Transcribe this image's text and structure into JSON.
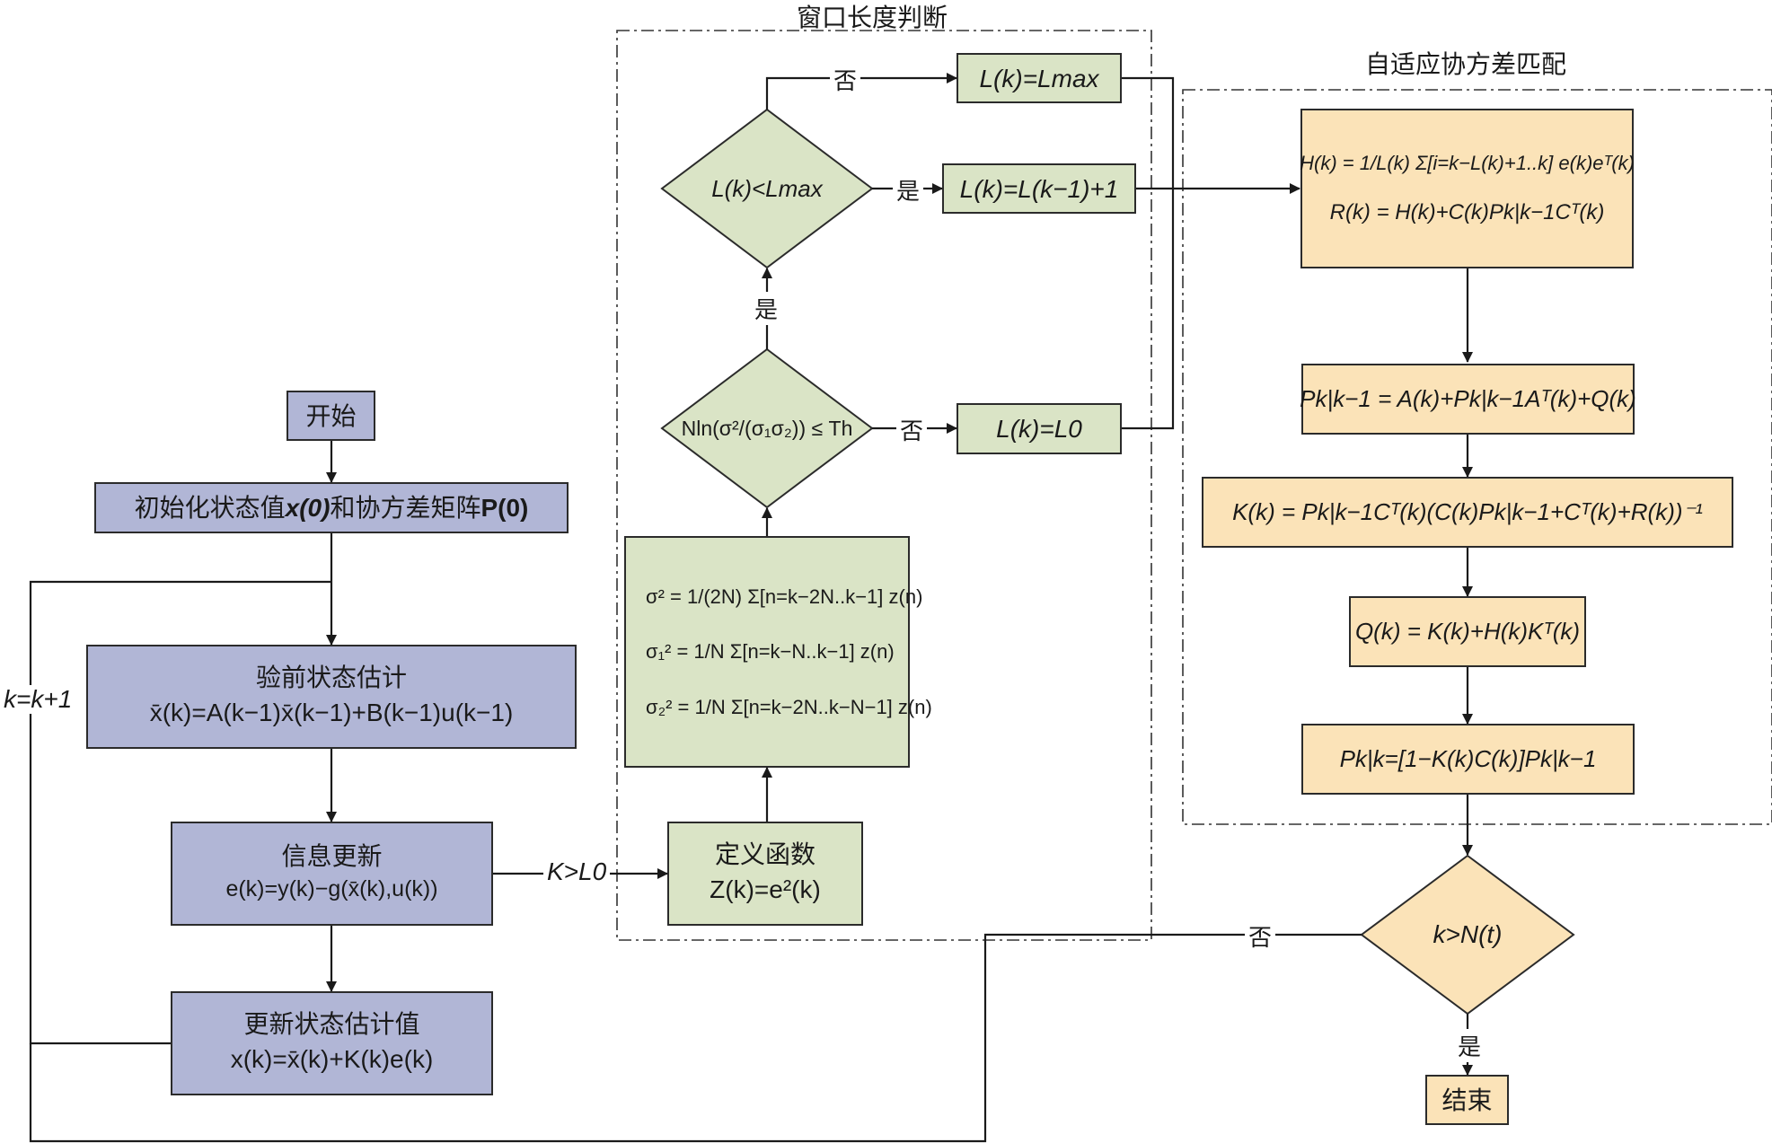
{
  "regions": {
    "window_length": {
      "title": "窗口长度判断"
    },
    "adaptive_cov": {
      "title": "自适应协方差匹配"
    }
  },
  "nodes": {
    "start": "开始",
    "init": {
      "text": "初始化状态值",
      "x0": "x(0)",
      "mid": "和协方差矩阵",
      "p0": "P(0)"
    },
    "prior_estimate": {
      "title": "验前状态估计",
      "formula": "x̄(k)=A(k−1)x̄(k−1)+B(k−1)u(k−1)"
    },
    "innovation_update": {
      "title": "信息更新",
      "formula": "e(k)=y(k)−g(x̄(k),u(k))"
    },
    "update_estimate": {
      "title": "更新状态估计值",
      "formula": "x(k)=x̄(k)+K(k)e(k)"
    },
    "define_function": {
      "title": "定义函数",
      "formula": "Z(k)=e²(k)"
    },
    "variance_block": {
      "lines": [
        "σ² = 1/(2N) Σ[n=k−2N..k−1] z(n)",
        "σ₁² = 1/N Σ[n=k−N..k−1] z(n)",
        "σ₂² = 1/N Σ[n=k−2N..k−N−1] z(n)"
      ]
    },
    "decision_threshold": "Nln(σ²/(σ₁σ₂)) ≤ Th",
    "decision_lmax": "L(k)<Lmax",
    "set_l0": "L(k)=L0",
    "set_lmax": "L(k)=Lmax",
    "set_increment": "L(k)=L(k−1)+1",
    "h_r_block": {
      "lines": [
        "H(k) = 1/L(k) Σ[i=k−L(k)+1..k] e(k)eᵀ(k)",
        "R(k) = H(k)+C(k)Pk|k−1Cᵀ(k)"
      ]
    },
    "p_predict": "Pk|k−1 = A(k)+Pk|k−1Aᵀ(k)+Q(k)",
    "gain": "K(k) = Pk|k−1Cᵀ(k)(C(k)Pk|k−1+Cᵀ(k)+R(k))⁻¹",
    "q_update": "Q(k) = K(k)+H(k)Kᵀ(k)",
    "p_update": "Pk|k=[1−K(k)C(k)]Pk|k−1",
    "decision_end": "k>N(t)",
    "end": "结束"
  },
  "edge_labels": {
    "loop": "k=k+1",
    "k_gt_l0": "K>L0",
    "yes": "是",
    "no": "否"
  },
  "colors": {
    "blue": "#b1b6d6",
    "green": "#dae4c6",
    "tan": "#fbe3b8",
    "stroke": "#2b2b2b"
  }
}
